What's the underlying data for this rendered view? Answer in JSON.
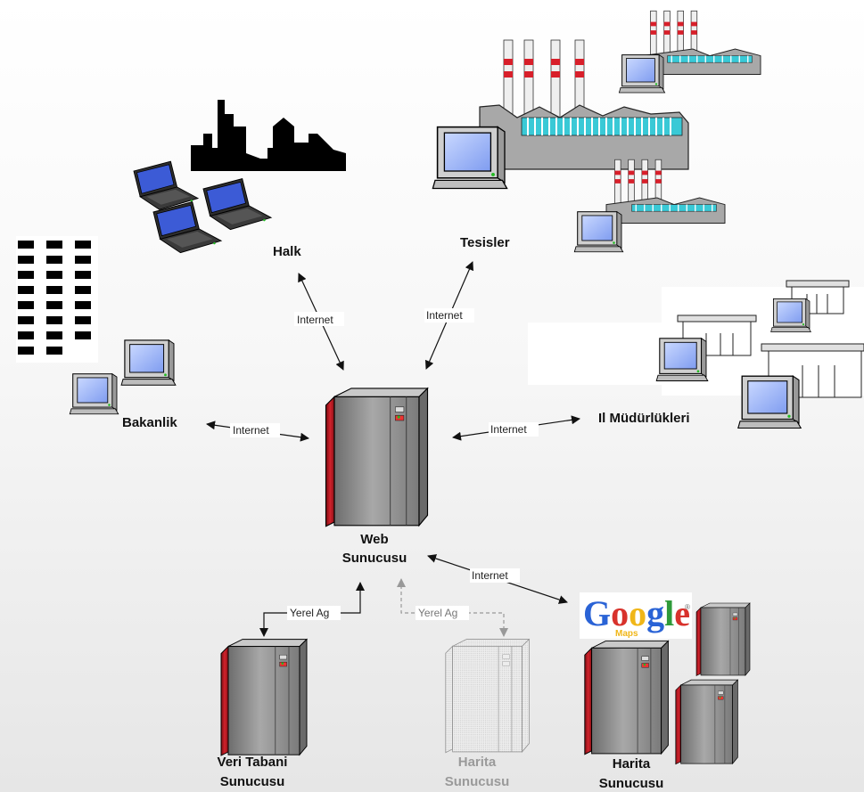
{
  "nodes": {
    "halk": "Halk",
    "tesisler": "Tesisler",
    "bakanlik": "Bakanlik",
    "il_mudurlukleri": "Il Müdürlükleri",
    "web_sunucusu": [
      "Web",
      "Sunucusu"
    ],
    "veri_tabani_sunucusu": [
      "Veri Tabani",
      "Sunucusu"
    ],
    "harita_sunucusu_local": [
      "Harita",
      "Sunucusu"
    ],
    "harita_sunucusu_google": [
      "Harita",
      "Sunucusu"
    ]
  },
  "edges": {
    "halk_web": "Internet",
    "tesisler_web": "Internet",
    "bakanlik_web": "Internet",
    "il_web": "Internet",
    "web_google": "Internet",
    "web_veritabani": "Yerel Ag",
    "web_harita_local": "Yerel Ag"
  },
  "google_logo": {
    "word": "Google",
    "letters": [
      "G",
      "o",
      "o",
      "g",
      "l",
      "e"
    ],
    "sub": "Maps",
    "tm": "®"
  },
  "colors": {
    "server_red": "#c8202a",
    "server_gray": "#8a8a8a",
    "screen_blue": "#8fb0ff",
    "factory_gray": "#a8a8a8",
    "factory_cyan": "#39c9d6",
    "chimney_red": "#d81f2a",
    "google_blue": "#2a63d6",
    "google_red": "#d8322c",
    "google_yellow": "#f0b618",
    "google_green": "#2f9a3a"
  }
}
